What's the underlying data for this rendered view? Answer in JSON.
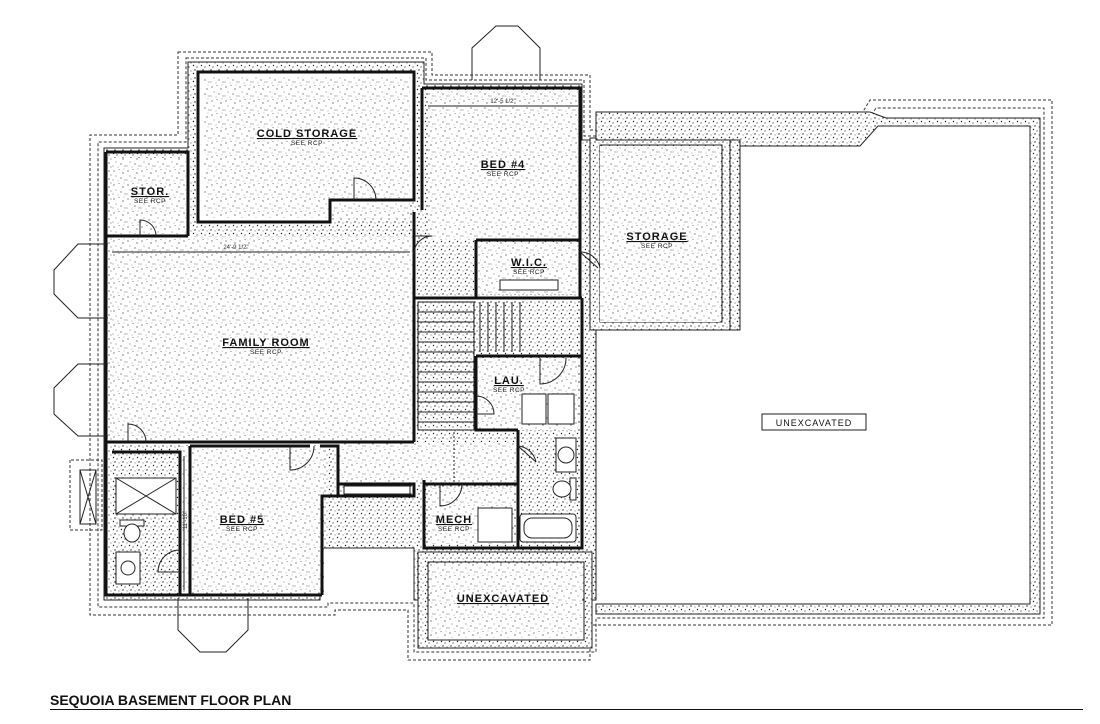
{
  "plan_title": "SEQUOIA BASEMENT FLOOR PLAN",
  "rooms": {
    "cold_storage": {
      "name": "COLD STORAGE",
      "note": "SEE RCP"
    },
    "stor": {
      "name": "STOR.",
      "note": "SEE RCP"
    },
    "bed4": {
      "name": "BED #4",
      "note": "SEE RCP"
    },
    "wic": {
      "name": "W.I.C.",
      "note": "SEE RCP"
    },
    "storage": {
      "name": "STORAGE",
      "note": "SEE RCP"
    },
    "family_room": {
      "name": "FAMILY ROOM",
      "note": "SEE RCP"
    },
    "lau": {
      "name": "LAU.",
      "note": "SEE RCP"
    },
    "bed5": {
      "name": "BED #5",
      "note": "SEE RCP"
    },
    "mech": {
      "name": "MECH",
      "note": "SEE RCP"
    },
    "unexcavated_small": {
      "name": "UNEXCAVATED"
    },
    "unexcavated_large": {
      "name": "UNEXCAVATED"
    }
  },
  "dimensions": {
    "bed4_width": "12'-5 1/2\"",
    "family_width": "24'-9 1/2\"",
    "bed5_height": "11'-10\""
  }
}
